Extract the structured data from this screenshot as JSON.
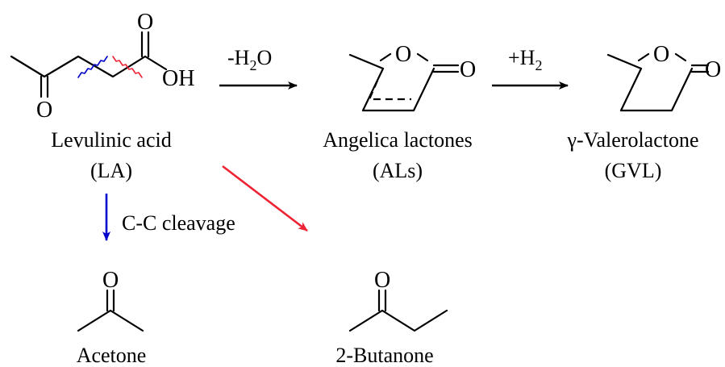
{
  "compounds": {
    "la": {
      "name": "Levulinic acid",
      "abbr": "(LA)",
      "atoms": [
        "O",
        "O",
        "OH"
      ]
    },
    "als": {
      "name": "Angelica lactones",
      "abbr": "(ALs)",
      "atoms": [
        "O",
        "O"
      ]
    },
    "gvl": {
      "name": "γ-Valerolactone",
      "abbr": "(GVL)",
      "atoms": [
        "O",
        "O"
      ]
    },
    "acetone": {
      "name": "Acetone",
      "atoms": [
        "O"
      ]
    },
    "butanone": {
      "name": "2-Butanone",
      "atoms": [
        "O"
      ]
    }
  },
  "reactions": {
    "dehydration": {
      "prefix": "-H",
      "sub": "2",
      "suffix": "O"
    },
    "hydrogenation": {
      "prefix": "+H",
      "sub": "2"
    },
    "cleavage": {
      "label": "C-C cleavage"
    }
  },
  "colors": {
    "black": "#000000",
    "blue": "#0000cc",
    "red": "#ee2233"
  }
}
